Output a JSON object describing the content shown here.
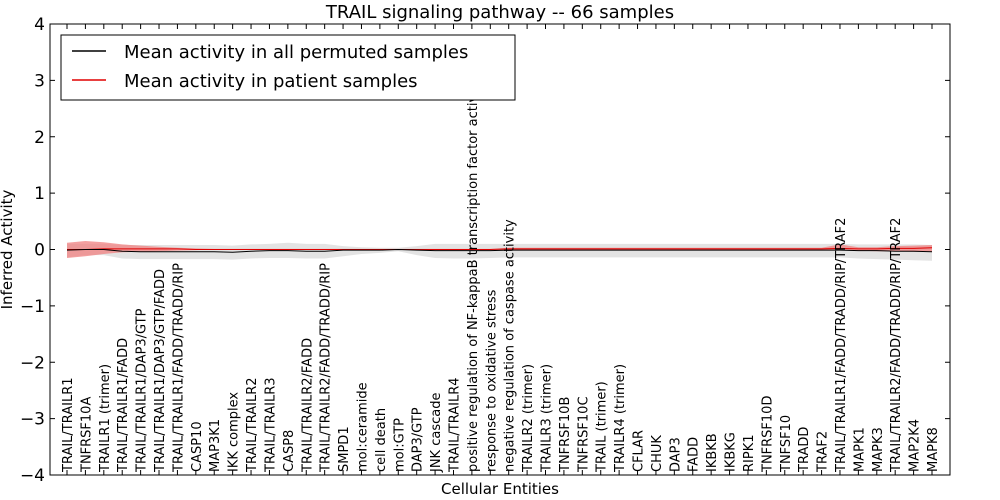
{
  "chart_data": {
    "type": "line",
    "title": "TRAIL signaling pathway -- 66 samples",
    "xlabel": "Cellular Entities",
    "ylabel": "Inferred Activity",
    "ylim": [
      -4,
      4
    ],
    "yticks": [
      -4,
      -3,
      -2,
      -1,
      0,
      1,
      2,
      3,
      4
    ],
    "ytick_labels": [
      "−4",
      "−3",
      "−2",
      "−1",
      "0",
      "1",
      "2",
      "3",
      "4"
    ],
    "legend_position": "top-left",
    "grid": false,
    "categories": [
      "TRAIL/TRAILR1",
      "TNFRSF10A",
      "TRAILR1 (trimer)",
      "TRAIL/TRAILR1/FADD",
      "TRAIL/TRAILR1/DAP3/GTP",
      "TRAIL/TRAILR1/DAP3/GTP/FADD",
      "TRAIL/TRAILR1/FADD/TRADD/RIP",
      "CASP10",
      "MAP3K1",
      "IKK complex",
      "TRAIL/TRAILR2",
      "TRAIL/TRAILR3",
      "CASP8",
      "TRAIL/TRAILR2/FADD",
      "TRAIL/TRAILR2/FADD/TRADD/RIP",
      "SMPD1",
      "mol:ceramide",
      "cell death",
      "mol:GTP",
      "DAP3/GTP",
      "JNK cascade",
      "TRAIL/TRAILR4",
      "positive regulation of NF-kappaB transcription factor activity",
      "response to oxidative stress",
      "negative regulation of caspase activity",
      "TRAILR2 (trimer)",
      "TRAILR3 (trimer)",
      "TNFRSF10B",
      "TNFRSF10C",
      "TRAIL (trimer)",
      "TRAILR4 (trimer)",
      "CFLAR",
      "CHUK",
      "DAP3",
      "FADD",
      "IKBKB",
      "IKBKG",
      "RIPK1",
      "TNFRSF10D",
      "TNFSF10",
      "TRADD",
      "TRAF2",
      "TRAIL/TRAILR1/FADD/TRADD/RIP/TRAF2",
      "MAPK1",
      "MAPK3",
      "TRAIL/TRAILR2/FADD/TRADD/RIP/TRAF2",
      "MAP2K4",
      "MAPK8"
    ],
    "series": [
      {
        "name": "Mean activity in all permuted samples",
        "color": "#000000",
        "band_color": "#e0e0e0",
        "values": [
          -0.01,
          0,
          0,
          -0.03,
          -0.04,
          -0.04,
          -0.04,
          -0.04,
          -0.04,
          -0.05,
          -0.03,
          -0.02,
          -0.02,
          -0.03,
          -0.03,
          -0.01,
          -0.01,
          -0.01,
          0,
          -0.01,
          -0.02,
          -0.02,
          -0.02,
          -0.02,
          -0.01,
          -0.01,
          -0.01,
          -0.01,
          -0.01,
          -0.01,
          -0.01,
          -0.01,
          -0.01,
          -0.01,
          -0.01,
          -0.01,
          -0.01,
          -0.01,
          -0.01,
          -0.01,
          -0.01,
          -0.01,
          -0.01,
          -0.02,
          -0.02,
          -0.03,
          -0.03,
          -0.04
        ],
        "lower": [
          -0.14,
          -0.1,
          -0.1,
          -0.16,
          -0.17,
          -0.17,
          -0.17,
          -0.17,
          -0.17,
          -0.18,
          -0.16,
          -0.15,
          -0.15,
          -0.16,
          -0.16,
          -0.12,
          -0.08,
          -0.06,
          -0.03,
          -0.1,
          -0.15,
          -0.16,
          -0.16,
          -0.15,
          -0.14,
          -0.14,
          -0.14,
          -0.14,
          -0.14,
          -0.14,
          -0.14,
          -0.14,
          -0.14,
          -0.14,
          -0.14,
          -0.14,
          -0.14,
          -0.14,
          -0.14,
          -0.14,
          -0.14,
          -0.14,
          -0.14,
          -0.16,
          -0.17,
          -0.18,
          -0.19,
          -0.2
        ],
        "upper": [
          0.1,
          0.1,
          0.1,
          0.08,
          0.08,
          0.08,
          0.08,
          0.08,
          0.08,
          0.07,
          0.09,
          0.1,
          0.12,
          0.1,
          0.1,
          0.06,
          0.04,
          0.03,
          0.03,
          0.06,
          0.1,
          0.1,
          0.1,
          0.1,
          0.1,
          0.1,
          0.1,
          0.1,
          0.1,
          0.1,
          0.1,
          0.1,
          0.1,
          0.1,
          0.1,
          0.1,
          0.1,
          0.1,
          0.1,
          0.1,
          0.1,
          0.1,
          0.1,
          0.09,
          0.09,
          0.09,
          0.09,
          0.08
        ]
      },
      {
        "name": "Mean activity in patient samples",
        "color": "#e00000",
        "band_color": "#f08080",
        "values": [
          0,
          0,
          0.01,
          0.01,
          0.01,
          0.01,
          0.01,
          0,
          0,
          0,
          0,
          0,
          0,
          0,
          0,
          0,
          0,
          0,
          0,
          0,
          0,
          0,
          0,
          0,
          0.01,
          0.01,
          0.01,
          0.01,
          0.01,
          0.01,
          0.01,
          0.01,
          0.01,
          0.01,
          0.01,
          0.01,
          0.01,
          0.01,
          0.01,
          0.01,
          0.01,
          0.01,
          0.02,
          0.01,
          0.01,
          0.02,
          0.02,
          0.03
        ],
        "lower": [
          -0.15,
          -0.12,
          -0.08,
          -0.05,
          -0.04,
          -0.03,
          -0.02,
          -0.01,
          0,
          0,
          0,
          0,
          0,
          0,
          0,
          0,
          0,
          0,
          0,
          0,
          0,
          0,
          0,
          0,
          -0.01,
          -0.01,
          -0.01,
          -0.01,
          -0.01,
          -0.01,
          -0.01,
          -0.01,
          -0.01,
          -0.01,
          -0.01,
          -0.01,
          -0.01,
          -0.01,
          -0.01,
          -0.01,
          -0.01,
          -0.01,
          -0.01,
          -0.02,
          -0.03,
          -0.03,
          -0.04,
          -0.04
        ],
        "upper": [
          0.12,
          0.15,
          0.13,
          0.09,
          0.07,
          0.05,
          0.03,
          0.02,
          0.01,
          0.01,
          0.01,
          0.01,
          0.01,
          0.01,
          0.01,
          0.01,
          0.01,
          0.01,
          0.01,
          0.01,
          0.01,
          0.01,
          0.01,
          0.01,
          0.03,
          0.03,
          0.03,
          0.03,
          0.03,
          0.03,
          0.03,
          0.03,
          0.03,
          0.03,
          0.03,
          0.03,
          0.03,
          0.03,
          0.03,
          0.03,
          0.03,
          0.03,
          0.09,
          0.04,
          0.04,
          0.06,
          0.07,
          0.08
        ]
      }
    ]
  }
}
